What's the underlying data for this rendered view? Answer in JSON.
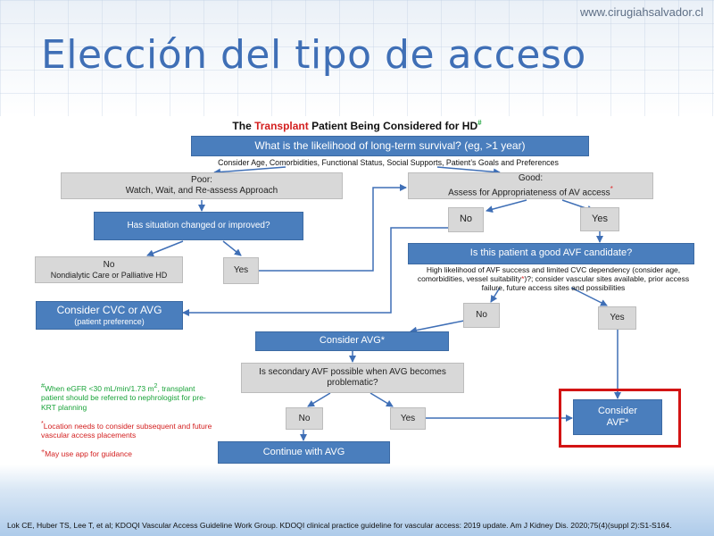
{
  "site_url": "www.cirugiahsalvador.cl",
  "title": "Elección del tipo de acceso",
  "flowchart": {
    "heading_prefix": "The ",
    "heading_red": "Transplant",
    "heading_suffix": " Patient Being Considered for HD",
    "heading_mark": "#",
    "q_survival": "What is the likelihood of long-term survival? (eg, >1 year)",
    "survival_factors": "Consider Age, Comorbidities, Functional Status, Social Supports, Patient’s Goals and Preferences",
    "poor_line1": "Poor:",
    "poor_line2": "Watch, Wait, and Re-assess Approach",
    "good_line1": "Good:",
    "good_line2": "Assess for Appropriateness of AV access",
    "good_mark": "*",
    "q_changed": "Has situation changed or improved?",
    "no_label": "No",
    "nondialytic": "Nondialytic Care or Palliative HD",
    "yes_label": "Yes",
    "consider_cvc": "Consider CVC or AVG",
    "patient_pref": "(patient preference)",
    "q_avf_candidate": "Is this patient a good AVF candidate?",
    "avf_detail_a": "High likelihood of AVF success and limited CVC dependency (consider age, comorbidities, vessel suitability",
    "avf_detail_mark": "*",
    "avf_detail_b": ")?; consider vascular sites available, prior access failure, future access sites and possibilities",
    "consider_avg": "Consider AVG*",
    "q_secondary_line1": "Is secondary AVF possible when AVG becomes",
    "q_secondary_line2": "problematic?",
    "continue_avg": "Continue with AVG",
    "consider_avf_line1": "Consider",
    "consider_avf_line2": "AVF*"
  },
  "notes": {
    "green_mark": "#",
    "green_a": "When eGFR <30 mL/min/1.73 m",
    "green_sup": "2",
    "green_b": ", transplant patient should be referred to nephrologist for pre-KRT planning",
    "red1_mark": "*",
    "red1": "Location needs to consider subsequent and future vascular access placements",
    "red2_mark": "+",
    "red2": "May use app for guidance"
  },
  "citation": "Lok CE, Huber TS, Lee T, et al; KDOQI Vascular Access Guideline Work Group. KDOQI clinical practice guideline for vascular access: 2019 update. Am J Kidney Dis. 2020;75(4)(suppl 2):S1-S164.",
  "colors": {
    "box_blue": "#4a7ebd",
    "box_gray": "#d8d8d8",
    "title_blue": "#3f6fb6",
    "highlight_red": "#d31414",
    "note_green": "#1aa33a",
    "note_red": "#d32020"
  }
}
